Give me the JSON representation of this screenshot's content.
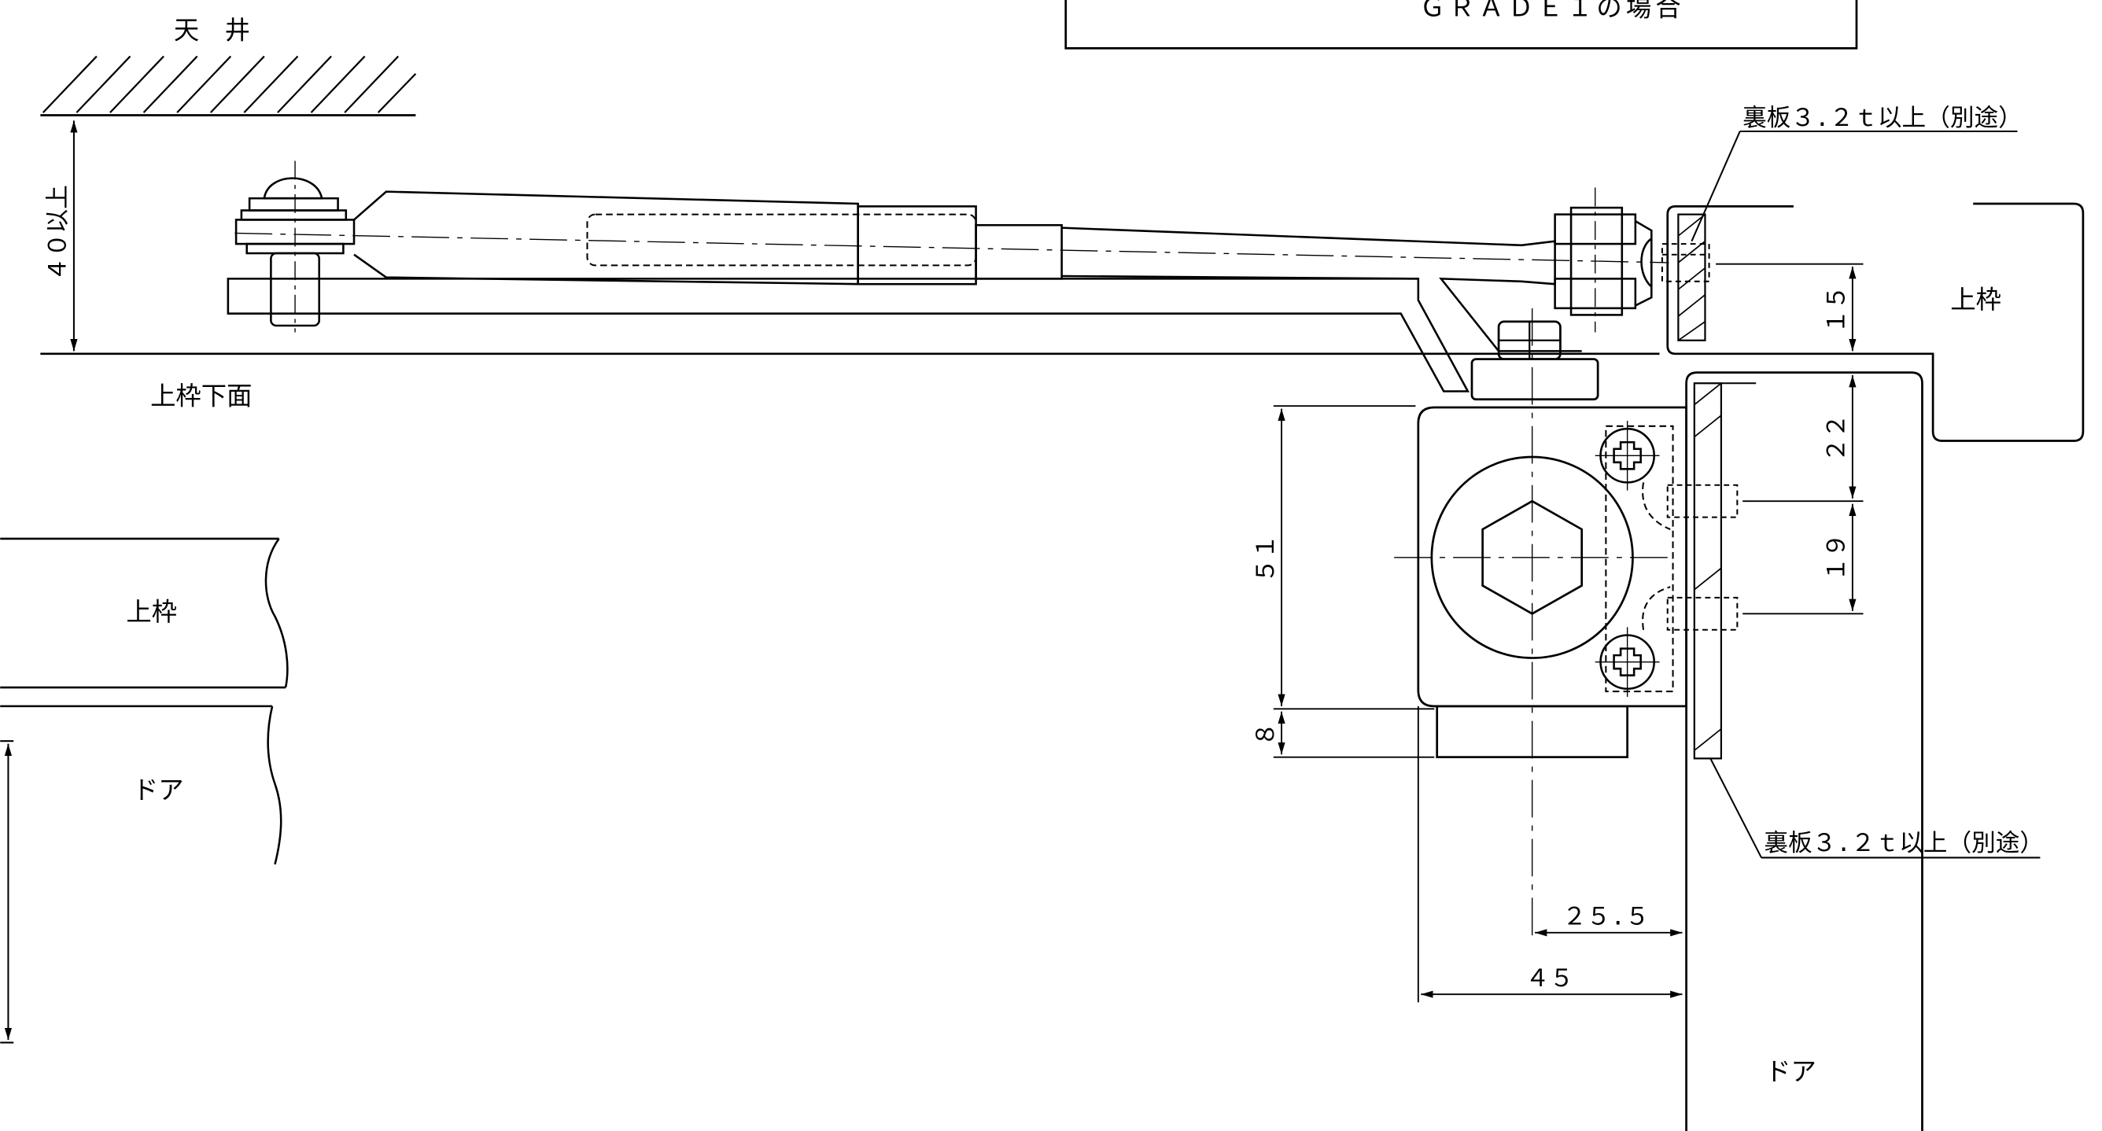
{
  "labels": {
    "ceiling": "天　井",
    "frame_underside": "上枠下面",
    "frame_left": "上枠",
    "door_left": "ドア",
    "frame_right": "上枠",
    "door_right": "ドア",
    "grade_note": "ＧＲＡＤＥ１の場合",
    "backplate_top": "裏板３.２ｔ以上（別途）",
    "backplate_bottom": "裏板３.２ｔ以上（別途）"
  },
  "dimensions": {
    "ceiling_clearance": "４０以上",
    "d15": "１５",
    "d22": "２２",
    "d19": "１９",
    "d51": "５１",
    "d8": "８",
    "d25_5": "２５.５",
    "d45": "４５"
  }
}
